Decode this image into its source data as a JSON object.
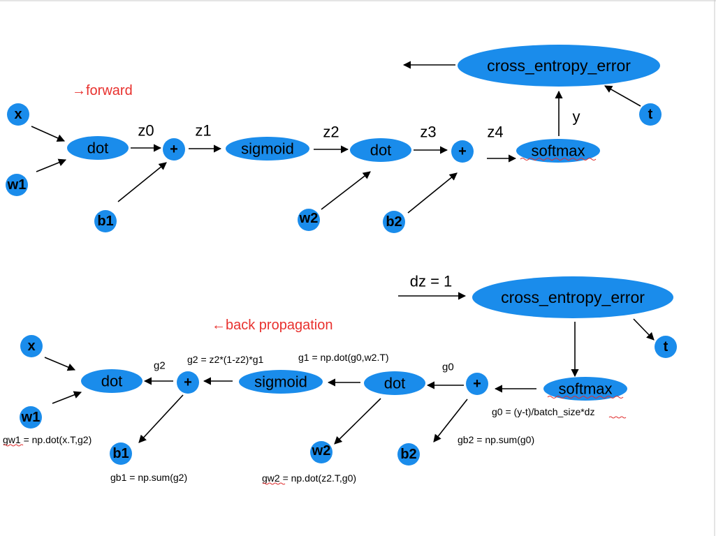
{
  "colors": {
    "node_fill": "#1a8ceb",
    "text": "#000000",
    "title": "#e8312e",
    "arrow": "#000000"
  },
  "forward": {
    "title": "→forward",
    "nodes": {
      "x": "x",
      "w1": "w1",
      "dot1": "dot",
      "plus1": "+",
      "b1": "b1",
      "sigmoid": "sigmoid",
      "dot2": "dot",
      "w2": "w2",
      "plus2": "+",
      "b2": "b2",
      "softmax": "softmax",
      "cee": "cross_entropy_error",
      "t": "t"
    },
    "edge_labels": {
      "z0": "z0",
      "z1": "z1",
      "z2": "z2",
      "z3": "z3",
      "z4": "z4",
      "y": "y"
    }
  },
  "backward": {
    "title": "←back propagation",
    "dz": "dz = 1",
    "nodes": {
      "x": "x",
      "w1": "w1",
      "dot1": "dot",
      "plus1": "+",
      "b1": "b1",
      "sigmoid": "sigmoid",
      "dot2": "dot",
      "w2": "w2",
      "plus2": "+",
      "b2": "b2",
      "softmax": "softmax",
      "cee": "cross_entropy_error",
      "t": "t"
    },
    "edge_labels": {
      "g2": "g2",
      "g0": "g0"
    },
    "formulas": {
      "g2_formula": "g2 = z2*(1-z2)*g1",
      "g1_formula": "g1 = np.dot(g0,w2.T)",
      "g0_formula": "g0 = (y-t)/batch_size*dz",
      "gb2_formula": "gb2 = np.sum(g0)",
      "gw1_formula": "gw1 = np.dot(x.T,g2)",
      "gb1_formula": "gb1 = np.sum(g2)",
      "gw2_formula": "gw2 = np.dot(z2.T,g0)"
    }
  }
}
